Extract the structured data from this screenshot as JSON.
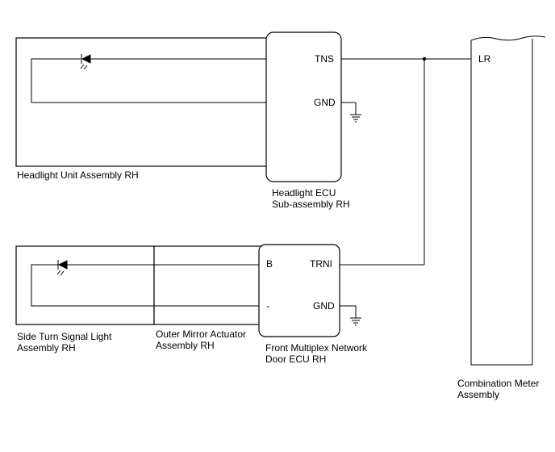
{
  "components": {
    "headlight_unit": {
      "label": "Headlight Unit Assembly RH"
    },
    "headlight_ecu": {
      "label_line1": "Headlight ECU",
      "label_line2": "Sub-assembly RH",
      "pin_tns": "TNS",
      "pin_gnd": "GND"
    },
    "side_turn": {
      "label_line1": "Side Turn Signal Light",
      "label_line2": "Assembly RH"
    },
    "outer_mirror": {
      "label_line1": "Outer Mirror Actuator",
      "label_line2": "Assembly RH"
    },
    "door_ecu": {
      "label_line1": "Front Multiplex Network",
      "label_line2": "Door ECU RH",
      "pin_b": "B",
      "pin_minus": "-",
      "pin_trni": "TRNI",
      "pin_gnd": "GND"
    },
    "combination_meter": {
      "label_line1": "Combination Meter",
      "label_line2": "Assembly",
      "pin_lr": "LR"
    }
  }
}
